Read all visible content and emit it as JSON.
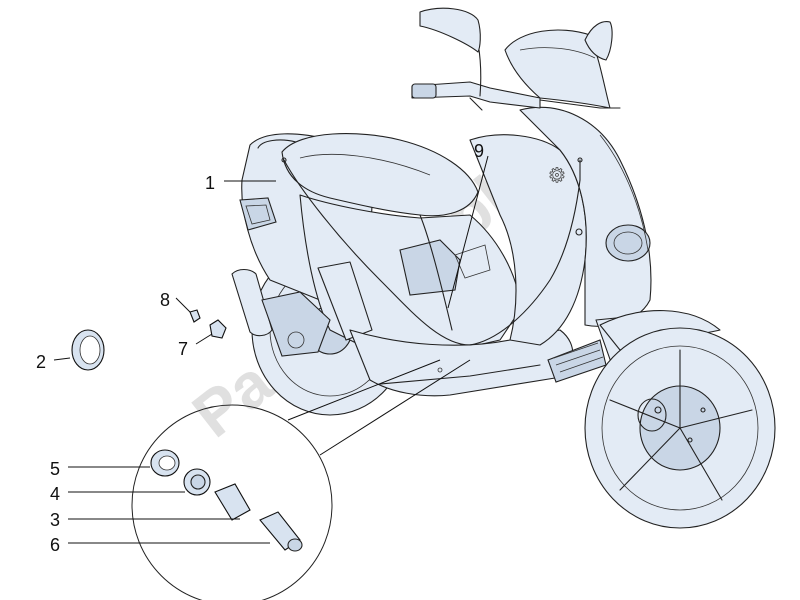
{
  "callouts": [
    {
      "id": "1",
      "label": "1"
    },
    {
      "id": "2",
      "label": "2"
    },
    {
      "id": "3",
      "label": "3"
    },
    {
      "id": "4",
      "label": "4"
    },
    {
      "id": "5",
      "label": "5"
    },
    {
      "id": "6",
      "label": "6"
    },
    {
      "id": "7",
      "label": "7"
    },
    {
      "id": "8",
      "label": "8"
    },
    {
      "id": "9",
      "label": "9"
    }
  ],
  "watermark": "PartsRepublik"
}
